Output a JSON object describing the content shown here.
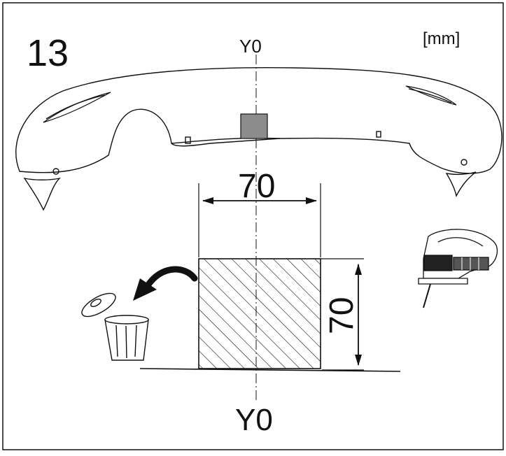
{
  "step_number": "13",
  "unit_label": "[mm]",
  "axis_label_top": "Y0",
  "axis_label_bottom": "Y0",
  "cut_width": "70",
  "cut_height": "70",
  "colors": {
    "line": "#111111",
    "mount_block": "#8c8c8c",
    "background": "#ffffff"
  },
  "icons": [
    "mower-body-outline",
    "trash-can-icon",
    "curved-arrow-icon",
    "jigsaw-icon"
  ]
}
